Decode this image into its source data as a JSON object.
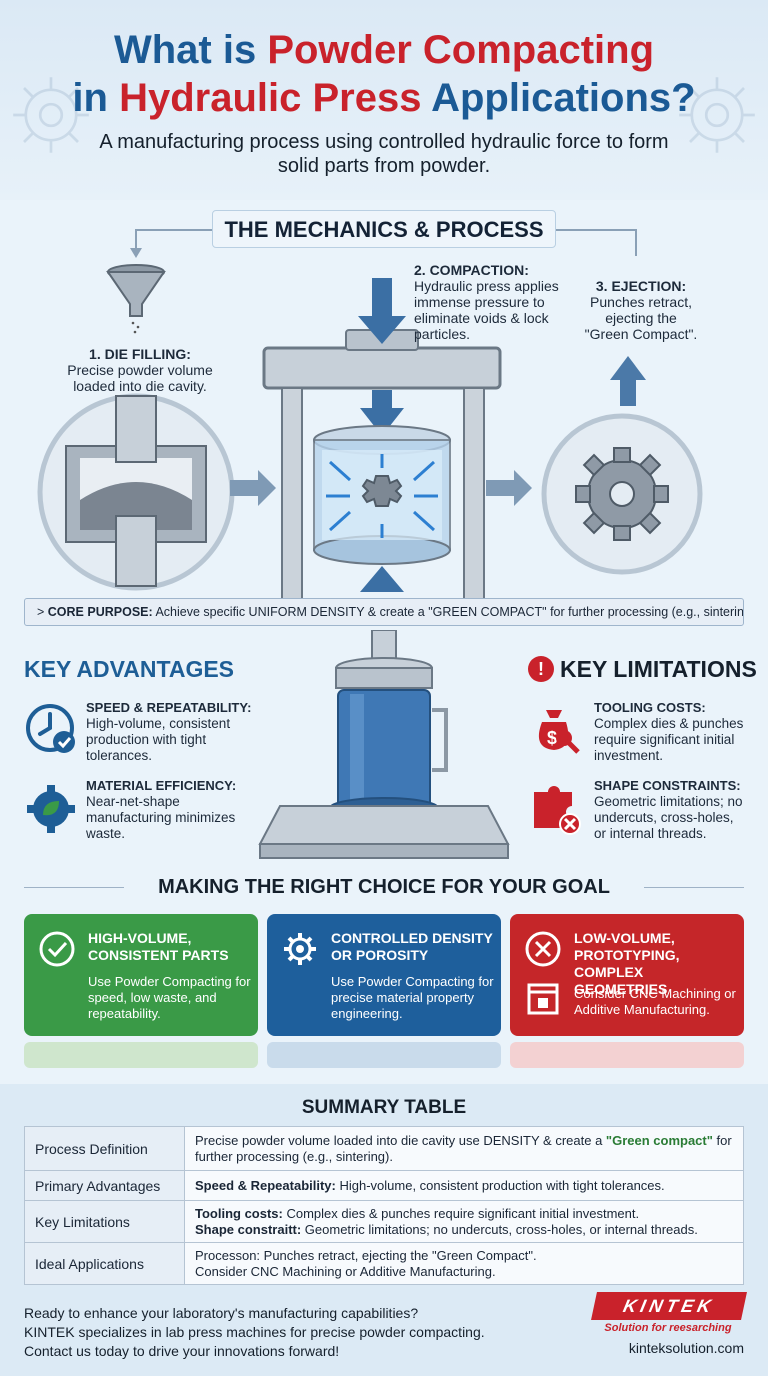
{
  "header": {
    "title_line1_part1": "What is ",
    "title_line1_part2": "Powder Compacting",
    "title_line2_part1": "in ",
    "title_line2_part2": "Hydraulic Press",
    "title_line2_part3": " Applications?",
    "subtitle": "A manufacturing process using controlled hydraulic force to form solid parts from powder."
  },
  "mechanics": {
    "title": "THE MECHANICS & PROCESS",
    "step1_title": "1. DIE FILLING:",
    "step1_text": "Precise powder volume loaded into die cavity.",
    "step2_title": "2. COMPACTION:",
    "step2_text": "Hydraulic press applies immense pressure to eliminate voids & lock particles.",
    "step3_title": "3. EJECTION:",
    "step3_text": "Punches retract, ejecting the \"Green Compact\"."
  },
  "core_purpose": {
    "prefix": "> ",
    "label": "CORE PURPOSE:",
    "text": " Achieve specific UNIFORM DENSITY & create a \"GREEN COMPACT\" for further processing (e.g., sintering)."
  },
  "advantages": {
    "title": "KEY ADVANTAGES",
    "items": [
      {
        "title": "SPEED & REPEATABILITY:",
        "text": "High-volume, consistent production with tight tolerances."
      },
      {
        "title": "MATERIAL EFFICIENCY:",
        "text": "Near-net-shape manufacturing minimizes waste."
      }
    ]
  },
  "limitations": {
    "title": "KEY LIMITATIONS",
    "alert": "!",
    "items": [
      {
        "title": "TOOLING COSTS:",
        "text": "Complex dies & punches require significant initial investment."
      },
      {
        "title": "SHAPE CONSTRAINTS:",
        "text": "Geometric limitations; no undercuts, cross-holes, or internal threads."
      }
    ]
  },
  "choice": {
    "title": "MAKING THE RIGHT CHOICE FOR YOUR GOAL",
    "cards": [
      {
        "title": "HIGH-VOLUME, CONSISTENT PARTS",
        "text": "Use Powder Compacting for speed, low waste, and repeatability.",
        "color": "#3a9a47"
      },
      {
        "title": "CONTROLLED DENSITY OR POROSITY",
        "text": "Use Powder Compacting for precise material property engineering.",
        "color": "#1e5f9c"
      },
      {
        "title": "LOW-VOLUME, PROTOTYPING, COMPLEX GEOMETRIES",
        "text": "Consider CNC Machining or Additive Manufacturing.",
        "color": "#c52629"
      }
    ]
  },
  "summary": {
    "title": "SUMMARY TABLE",
    "rows": [
      {
        "key": "Process Definition",
        "v1": "Precise powder volume loaded into die cavity use DENSITY & create a ",
        "v1g": "\"Green compact\"",
        "v1b": " for further processing (e.g., sintering)."
      },
      {
        "key": "Primary Advantages",
        "b1": "Speed & Repeatability:",
        "v1": " High-volume, consistent production with tight tolerances."
      },
      {
        "key": "Key Limitations",
        "b1": "Tooling costs:",
        "v1": " Complex dies & punches require significant initial investment.",
        "b2": "Shape constraitt:",
        "v2": " Geometric limitations; no undercuts, cross-holes, or internal threads."
      },
      {
        "key": "Ideal Applications",
        "v1": "Processon: Punches retract, ejecting the \"Green Compact\".",
        "v2": "Consider CNC Machining or Additive Manufacturing."
      }
    ]
  },
  "footer": {
    "line1": "Ready to enhance your laboratory's manufacturing capabilities?",
    "line2": "KINTEK specializes in lab press machines for precise powder compacting.",
    "line3": "Contact us today to drive your innovations forward!",
    "logo": "KINTEK",
    "tagline": "Solution for reesarching",
    "site": "kinteksolution.com"
  }
}
